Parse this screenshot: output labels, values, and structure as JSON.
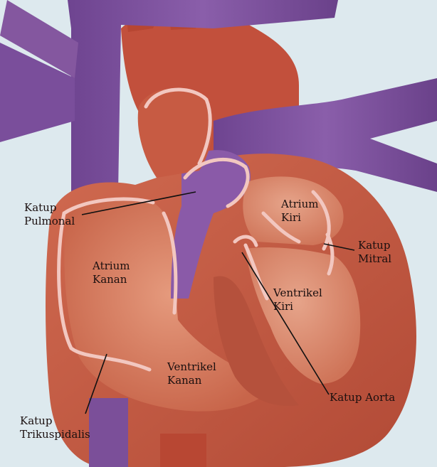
{
  "colors": {
    "background": "#dde9ee",
    "vein": "#7b4f99",
    "vein_dark": "#5e3a7d",
    "heart_muscle": "#c45a45",
    "heart_dark": "#a2412f",
    "chamber_fill": "#d97a5c",
    "chamber_light": "#e8a285",
    "valve": "#f2c7c0",
    "label_text": "#1a0f0f",
    "leader_line": "#111111"
  },
  "labels": {
    "katup_pulmonal": [
      "Katup",
      "Pulmonal"
    ],
    "atrium_kiri": [
      "Atrium",
      "Kiri"
    ],
    "katup_mitral": [
      "Katup",
      "Mitral"
    ],
    "atrium_kanan": [
      "Atrium",
      "Kanan"
    ],
    "ventrikel_kiri": [
      "Ventrikel",
      "Kiri"
    ],
    "ventrikel_kanan": [
      "Ventrikel",
      "Kanan"
    ],
    "katup_aorta": [
      "Katup Aorta"
    ],
    "katup_trikuspidalis": [
      "Katup",
      "Trikuspidalis"
    ]
  }
}
